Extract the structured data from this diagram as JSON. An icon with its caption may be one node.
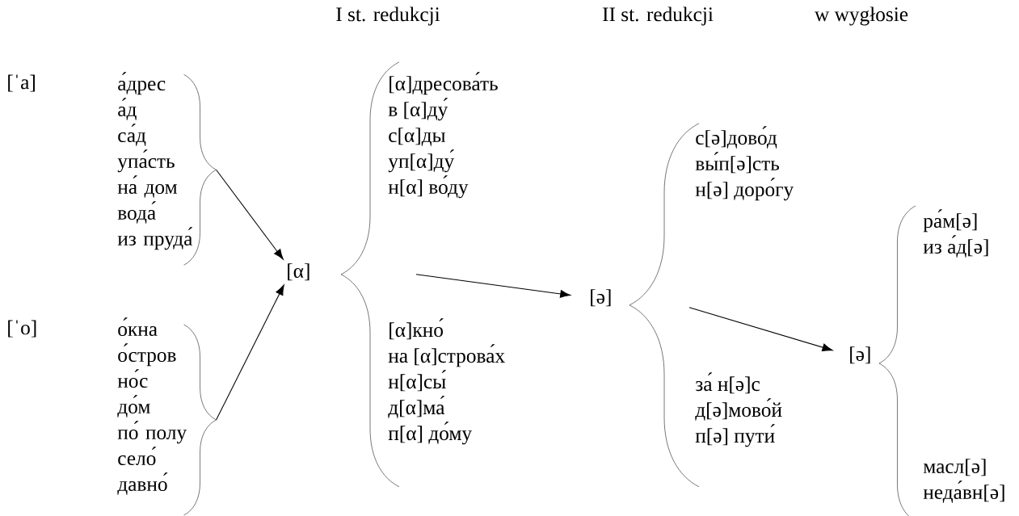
{
  "diagram": {
    "nodes": [
      {
        "text": [
          "а́дрес",
          "а́д",
          "са́д",
          "упа́сть",
          "на́ дом",
          "вода́",
          "из пруда́"
        ]
      },
      {
        "text": [
          "о́кна",
          "о́стров",
          "но́с",
          "до́м",
          "по́ полу",
          "село́",
          "давно́"
        ]
      },
      {
        "text": [
          "[α]"
        ]
      },
      {
        "text": [
          "[α]дресова́ть",
          "в [α]ду́",
          "с[α]ды",
          "уп[α]ду́",
          "н[α] во́ду",
          "[α]кно́",
          "на [α]строва́х",
          "н[α]сы́",
          "д[α]ма́",
          "п[α] до́му"
        ]
      },
      {
        "text": [
          "[ə]"
        ]
      },
      {
        "text": [
          "с[ə]дово́д",
          "вы́п[ə]сть",
          "н[ə] доро́гу",
          "за́ н[ə]с",
          "д[ə]мово́й",
          "п[ə] пути́"
        ]
      },
      {
        "text": [
          "[ə]"
        ]
      },
      {
        "text": [
          "ра́м[ə]",
          "из а́д[ə]",
          "масл[ə]",
          "неда́вн[ə]"
        ]
      }
    ],
    "edges": [
      {
        "from": 0,
        "to": 2,
        "arrow": "to"
      },
      {
        "from": 1,
        "to": 2,
        "arrow": "to"
      },
      {
        "from": 3,
        "to": 4,
        "arrow": "to"
      },
      {
        "from": 5,
        "to": 6,
        "arrow": "to"
      }
    ],
    "labels": [
      "I st. redukcji",
      "II st. redukcji",
      "w wygłosie",
      "[ˈa]",
      "[ˈo]"
    ]
  }
}
